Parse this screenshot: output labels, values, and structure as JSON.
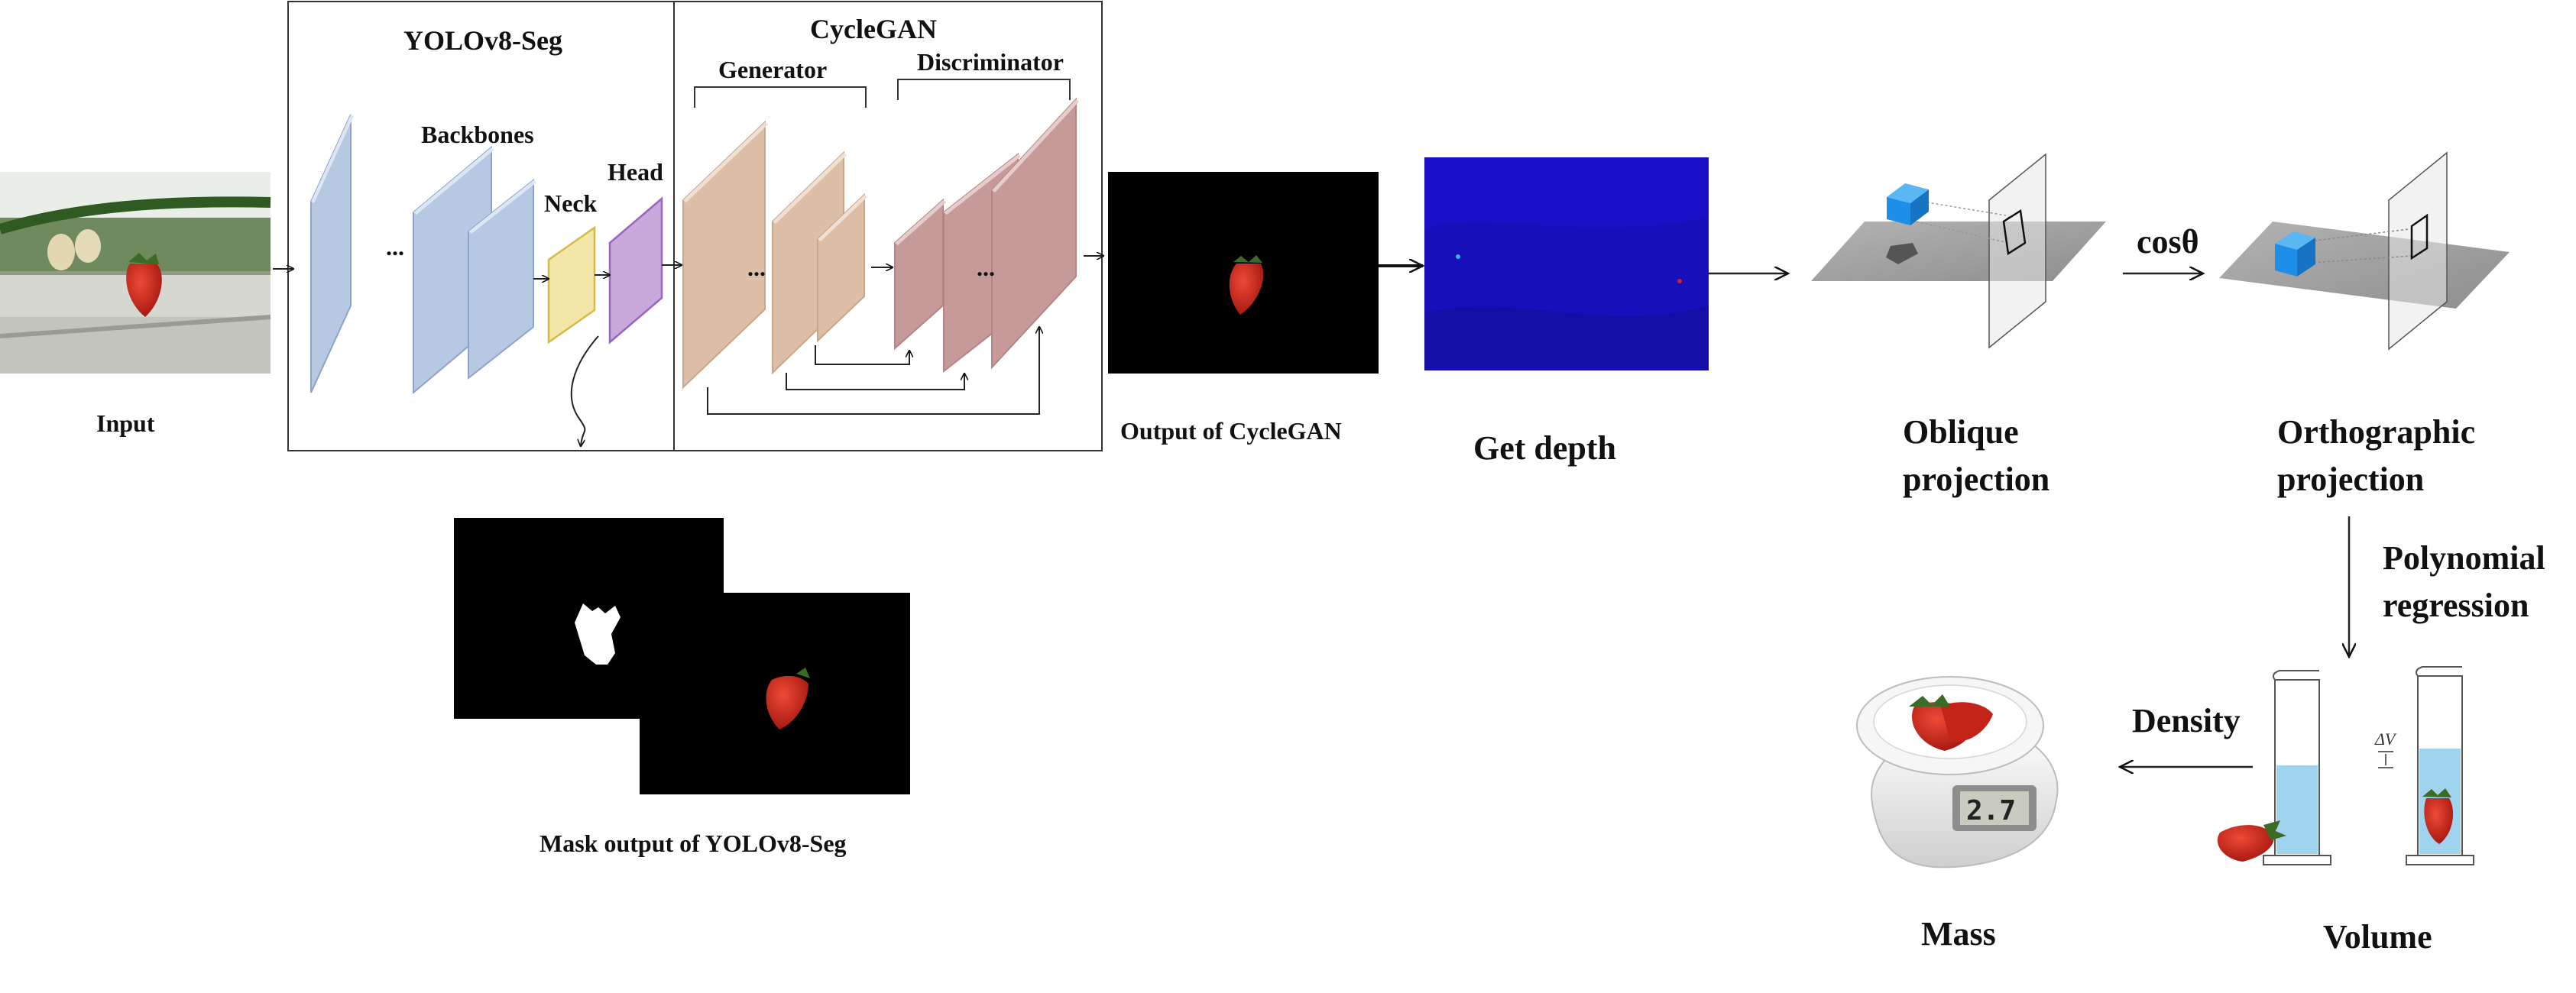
{
  "labels": {
    "input": "Input",
    "yolo_title": "YOLOv8-Seg",
    "backbones": "Backbones",
    "neck": "Neck",
    "head": "Head",
    "cyclegan_title": "CycleGAN",
    "generator": "Generator",
    "discriminator": "Discriminator",
    "ellipsis": "...",
    "output_cyclegan": "Output of CycleGAN",
    "get_depth": "Get depth",
    "oblique_line1": "Oblique",
    "oblique_line2": "projection",
    "ortho_line1": "Orthographic",
    "ortho_line2": "projection",
    "cos_theta": "cosθ",
    "poly_line1": "Polynomial",
    "poly_line2": "regression",
    "density": "Density",
    "mass": "Mass",
    "volume": "Volume",
    "mask_output": "Mask output of YOLOv8-Seg",
    "scale_reading": "2.7",
    "delta_v": "ΔV"
  },
  "colors": {
    "backbone": "#b6c8e2",
    "neck": "#f2e7a6",
    "neck_edge": "#d7b945",
    "head": "#c9a9dc",
    "head_edge": "#9a64bf",
    "generator": "#dcbfa6",
    "discriminator": "#c79a9a",
    "depth_map": "#1a10c8",
    "strawberry": "#c9261c",
    "cube": "#1e8fe8",
    "plane": "#a7a7a7",
    "water": "#9fd3ee"
  }
}
